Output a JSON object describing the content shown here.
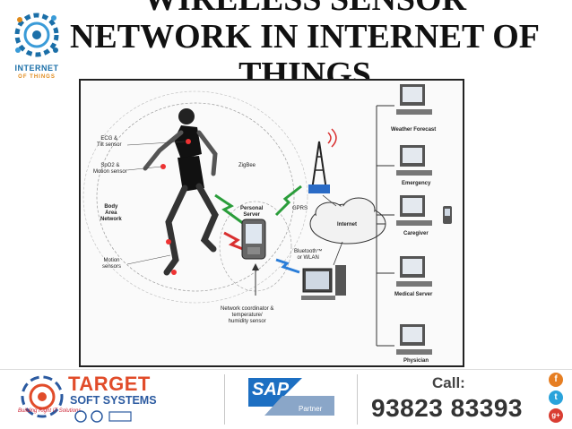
{
  "slide": {
    "title_lines": [
      "WIRELESS SENSOR",
      "NETWORK IN INTERNET OF",
      "THINGS"
    ]
  },
  "iot_logo": {
    "line1": "INTERNET",
    "line2": "OF THINGS"
  },
  "diagram": {
    "labels": {
      "ecg": "ECG &",
      "ecg2": "Tilt sensor",
      "spo2": "SpO2 &",
      "spo2b": "Motion sensor",
      "ban1": "Body",
      "ban2": "Area",
      "ban3": "Network",
      "motion1": "Motion",
      "motion2": "sensors",
      "zigbee": "ZigBee",
      "ps1": "Personal",
      "ps2": "Server",
      "gprs": "GPRS",
      "internet": "Internet",
      "bt1": "Bluetooth™",
      "bt2": "or WLAN",
      "nc1": "Network coordinator &",
      "nc2": "temperature/",
      "nc3": "humidity sensor",
      "weather": "Weather Forecast",
      "emergency": "Emergency",
      "caregiver": "Caregiver",
      "medical": "Medical Server",
      "physician": "Physician"
    }
  },
  "footer": {
    "company_name": "TARGET",
    "company_sub": "SOFT SYSTEMS",
    "tagline": "Building Right IT Solutions",
    "sap": "SAP",
    "sap_partner": "Partner",
    "call_label": "Call:",
    "phone": "93823 83393",
    "social": {
      "facebook": "f",
      "twitter": "t",
      "googleplus": "g+"
    }
  },
  "colors": {
    "accent_orange": "#e14c2a",
    "accent_blue": "#2b5aa0",
    "sap_blue": "#1d6fc2"
  }
}
